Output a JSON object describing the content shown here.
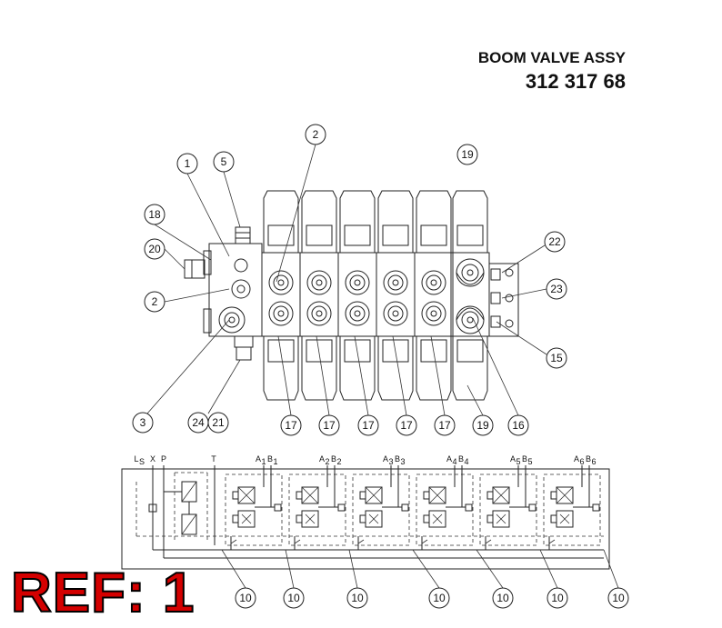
{
  "title": {
    "line1": "BOOM VALVE ASSY",
    "line2": "312 317 68"
  },
  "ref_label": "REF: 1",
  "callouts": [
    "1",
    "5",
    "2",
    "19",
    "18",
    "20",
    "22",
    "2",
    "23",
    "15",
    "3",
    "24",
    "21",
    "17",
    "17",
    "17",
    "17",
    "17",
    "19",
    "16",
    "10",
    "10",
    "10",
    "10",
    "10",
    "10",
    "10"
  ],
  "port_labels": [
    "L",
    "S",
    "X",
    "P",
    "T",
    "A",
    "1",
    "B",
    "1",
    "A",
    "2",
    "B",
    "2",
    "A",
    "3",
    "B",
    "3",
    "A",
    "4",
    "B",
    "4",
    "A",
    "5",
    "B",
    "5",
    "A",
    "6",
    "B",
    "6"
  ],
  "colors": {
    "ref_text": "#d40000",
    "line": "#222222"
  }
}
